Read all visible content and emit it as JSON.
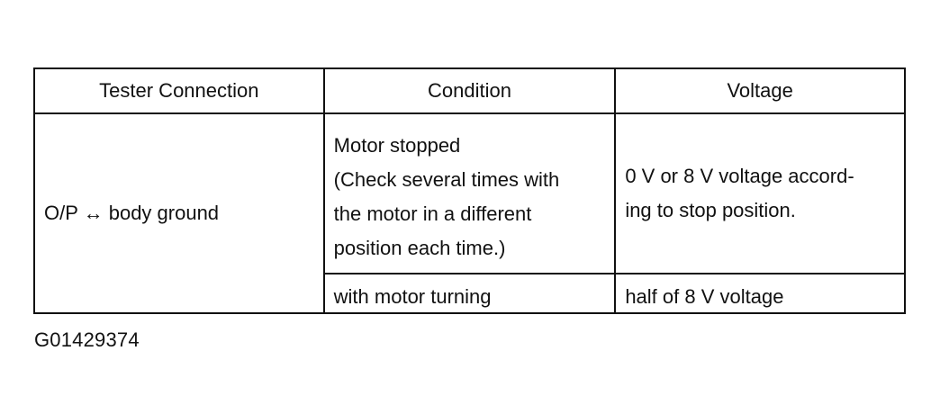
{
  "table": {
    "headers": [
      "Tester Connection",
      "Condition",
      "Voltage"
    ],
    "connection": "O/P ↔ body ground",
    "rows": [
      {
        "condition_lines": [
          "Motor stopped",
          "(Check several times with",
          "the motor in a different",
          "position each time.)"
        ],
        "voltage_lines": [
          "0 V or 8 V voltage accord-",
          "ing to stop position."
        ]
      },
      {
        "condition_lines": [
          "with motor turning"
        ],
        "voltage_lines": [
          "half of 8 V voltage"
        ]
      }
    ]
  },
  "figure_id": "G01429374"
}
